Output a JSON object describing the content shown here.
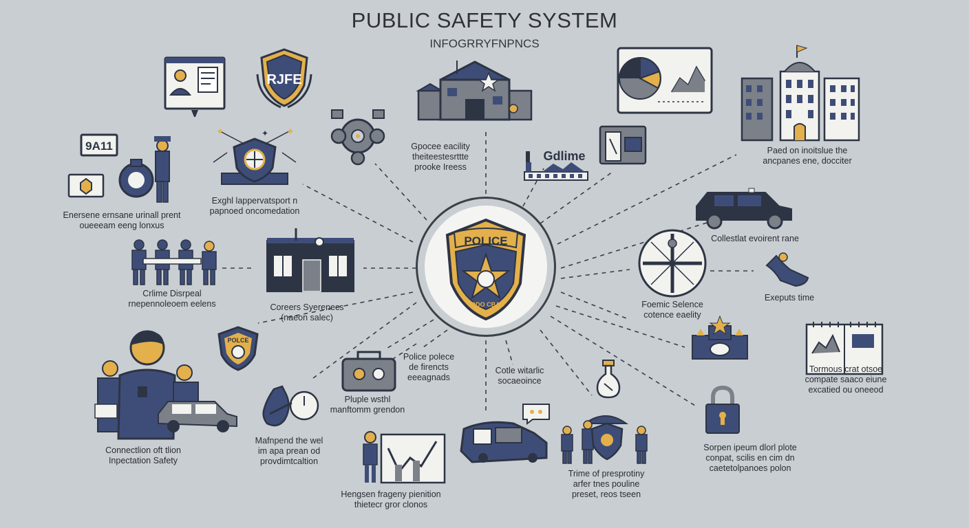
{
  "header": {
    "title": "PUBLIC SAFETY SYSTEM",
    "subtitle": "INFOGRRYFNPNCS"
  },
  "hub": {
    "badge_top": "POLICE",
    "badge_bottom": "TODO CBAD"
  },
  "icons": {
    "monitor_badge_text": "RJFE",
    "phone_number": "9A11",
    "small_badge_text": "POLCE",
    "mini_badge_text": "GDIlme",
    "colors": {
      "navy": "#3e4d78",
      "dark": "#2d3444",
      "gold": "#e3b04b",
      "gray": "#7b8089",
      "paper": "#f2f2ef"
    }
  },
  "nodes": {
    "emergency": {
      "line1": "Enersene ernsane urinall prent",
      "line2": "oueeeam eeng lonxus"
    },
    "patrol_shield": {
      "line1": "Exghl lappervatsport n",
      "line2": "papnoed oncomedation"
    },
    "gears": {
      "line1": "Gpocee eacility",
      "line2": "theiteestesrttte",
      "line3": "prooke Ireess"
    },
    "gdilme": {
      "line1": "Gdlime"
    },
    "city": {
      "line1": "Paed on inoitslue the",
      "line2": "ancpanes ene, docciter"
    },
    "crime": {
      "line1": "Crlime Disrpeal",
      "line2": "rnepennoleoem eelens"
    },
    "station": {
      "line1": "Coreers Syerenecs",
      "line2": "(naeon salec)"
    },
    "patrol_car": {
      "line1": "Collestlat evoirent rane"
    },
    "forensic": {
      "line1": "Foemic Selence",
      "line2": "cotence eaelity"
    },
    "exeputs": {
      "line1": "Exeputs time"
    },
    "community": {
      "line1": "Connectlion oft tlion",
      "line2": "Inpectation Safety"
    },
    "evidence": {
      "line1": "Mafnpend the wel",
      "line2": "im apa prean od",
      "line3": "provdimtcaltion"
    },
    "bag": {
      "line1": "Pluple wsthl",
      "line2": "manftomm grendon"
    },
    "police_ps": {
      "line1": "Police polece",
      "line2": "de firencts",
      "line3": "eeeagnads"
    },
    "social": {
      "line1": "Cotle witarlic",
      "line2": "socaeoince"
    },
    "training": {
      "line1": "Hengsen frageny pienition",
      "line2": "thietecr gror clonos"
    },
    "team": {
      "line1": "Trime of presprotiny",
      "line2": "arfer tnes pouline",
      "line3": "preset, reos tseen"
    },
    "analytics": {
      "line1": "Tormous crat otsoe",
      "line2": "compate saaco eiune",
      "line3": "excatied ou oneeod"
    },
    "security": {
      "line1": "Sorpen ipeum dlorl plote",
      "line2": "conpat, scilis en cim dn",
      "line3": "caetetolpanoes polon"
    }
  }
}
